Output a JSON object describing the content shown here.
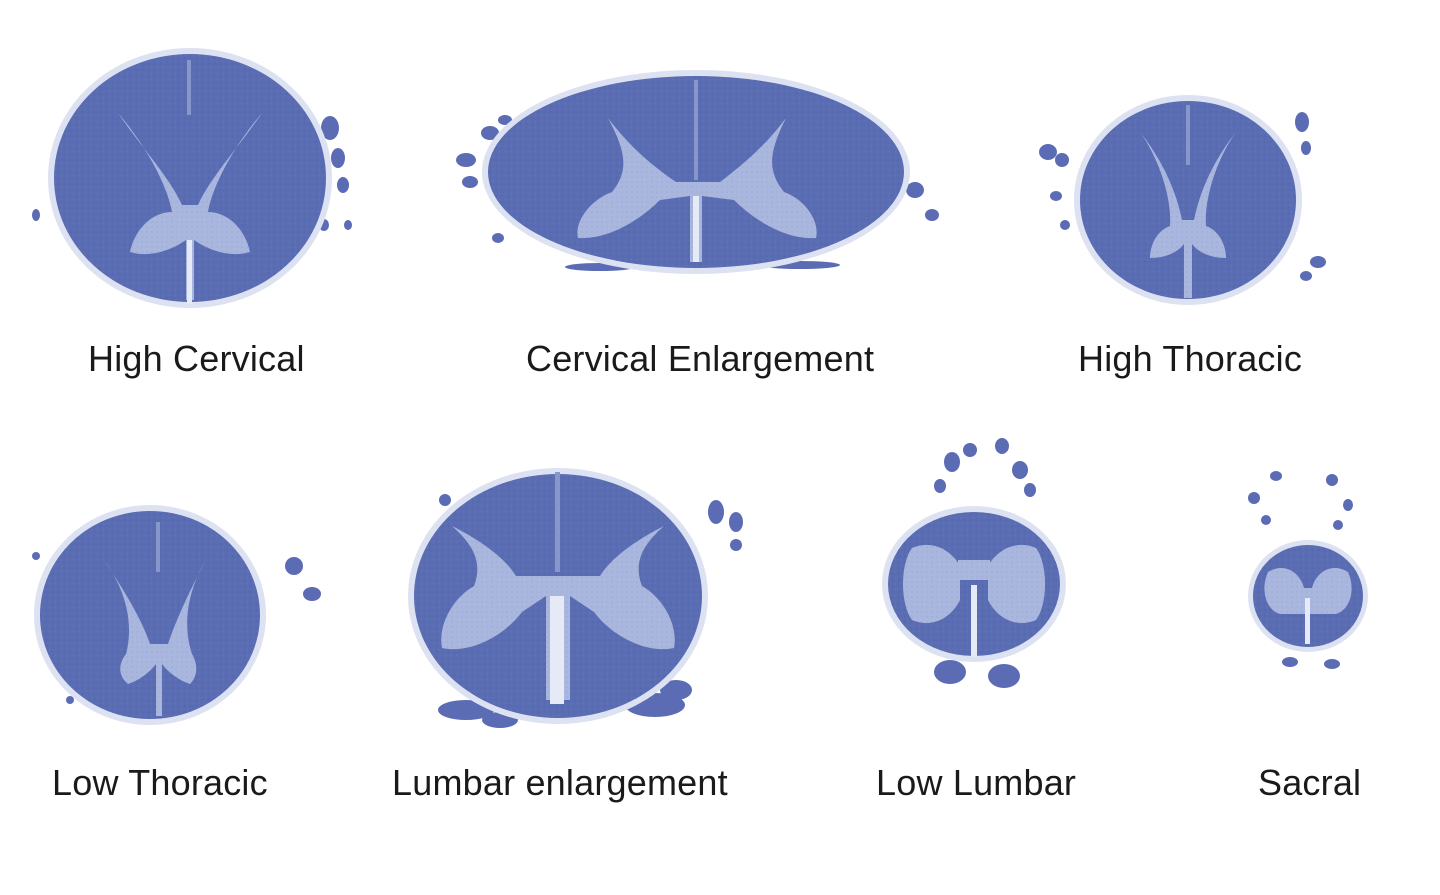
{
  "colors": {
    "white_matter": "#5a6cb2",
    "white_matter_dark": "#4a5aa2",
    "gray_matter": "#a7b4dc",
    "root_fragment": "#5b6bb4",
    "outline": "#dde2f2",
    "text": "#1a1a1a"
  },
  "sections": [
    {
      "id": "high-cervical",
      "label": "High Cervical"
    },
    {
      "id": "cervical-enlargement",
      "label": "Cervical Enlargement"
    },
    {
      "id": "high-thoracic",
      "label": "High Thoracic"
    },
    {
      "id": "low-thoracic",
      "label": "Low Thoracic"
    },
    {
      "id": "lumbar-enlargement",
      "label": "Lumbar enlargement"
    },
    {
      "id": "low-lumbar",
      "label": "Low Lumbar"
    },
    {
      "id": "sacral",
      "label": "Sacral"
    }
  ]
}
